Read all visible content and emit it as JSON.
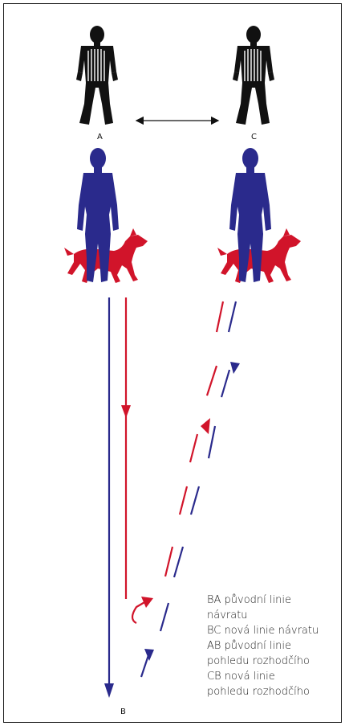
{
  "labels": {
    "a": "A",
    "b": "B",
    "c": "C"
  },
  "legend": [
    "BA původní linie",
    "návratu",
    "BC nová linie návratu",
    "AB původní linie",
    "pohledu rozhodčího",
    "CB nová linie",
    "pohledu rozhodčího"
  ],
  "colors": {
    "blue": "#2a2a8c",
    "red": "#d1142a",
    "black": "#111111"
  },
  "icons": [
    "judge-figure-icon",
    "handler-figure-icon",
    "dog-icon",
    "double-arrow-icon"
  ]
}
